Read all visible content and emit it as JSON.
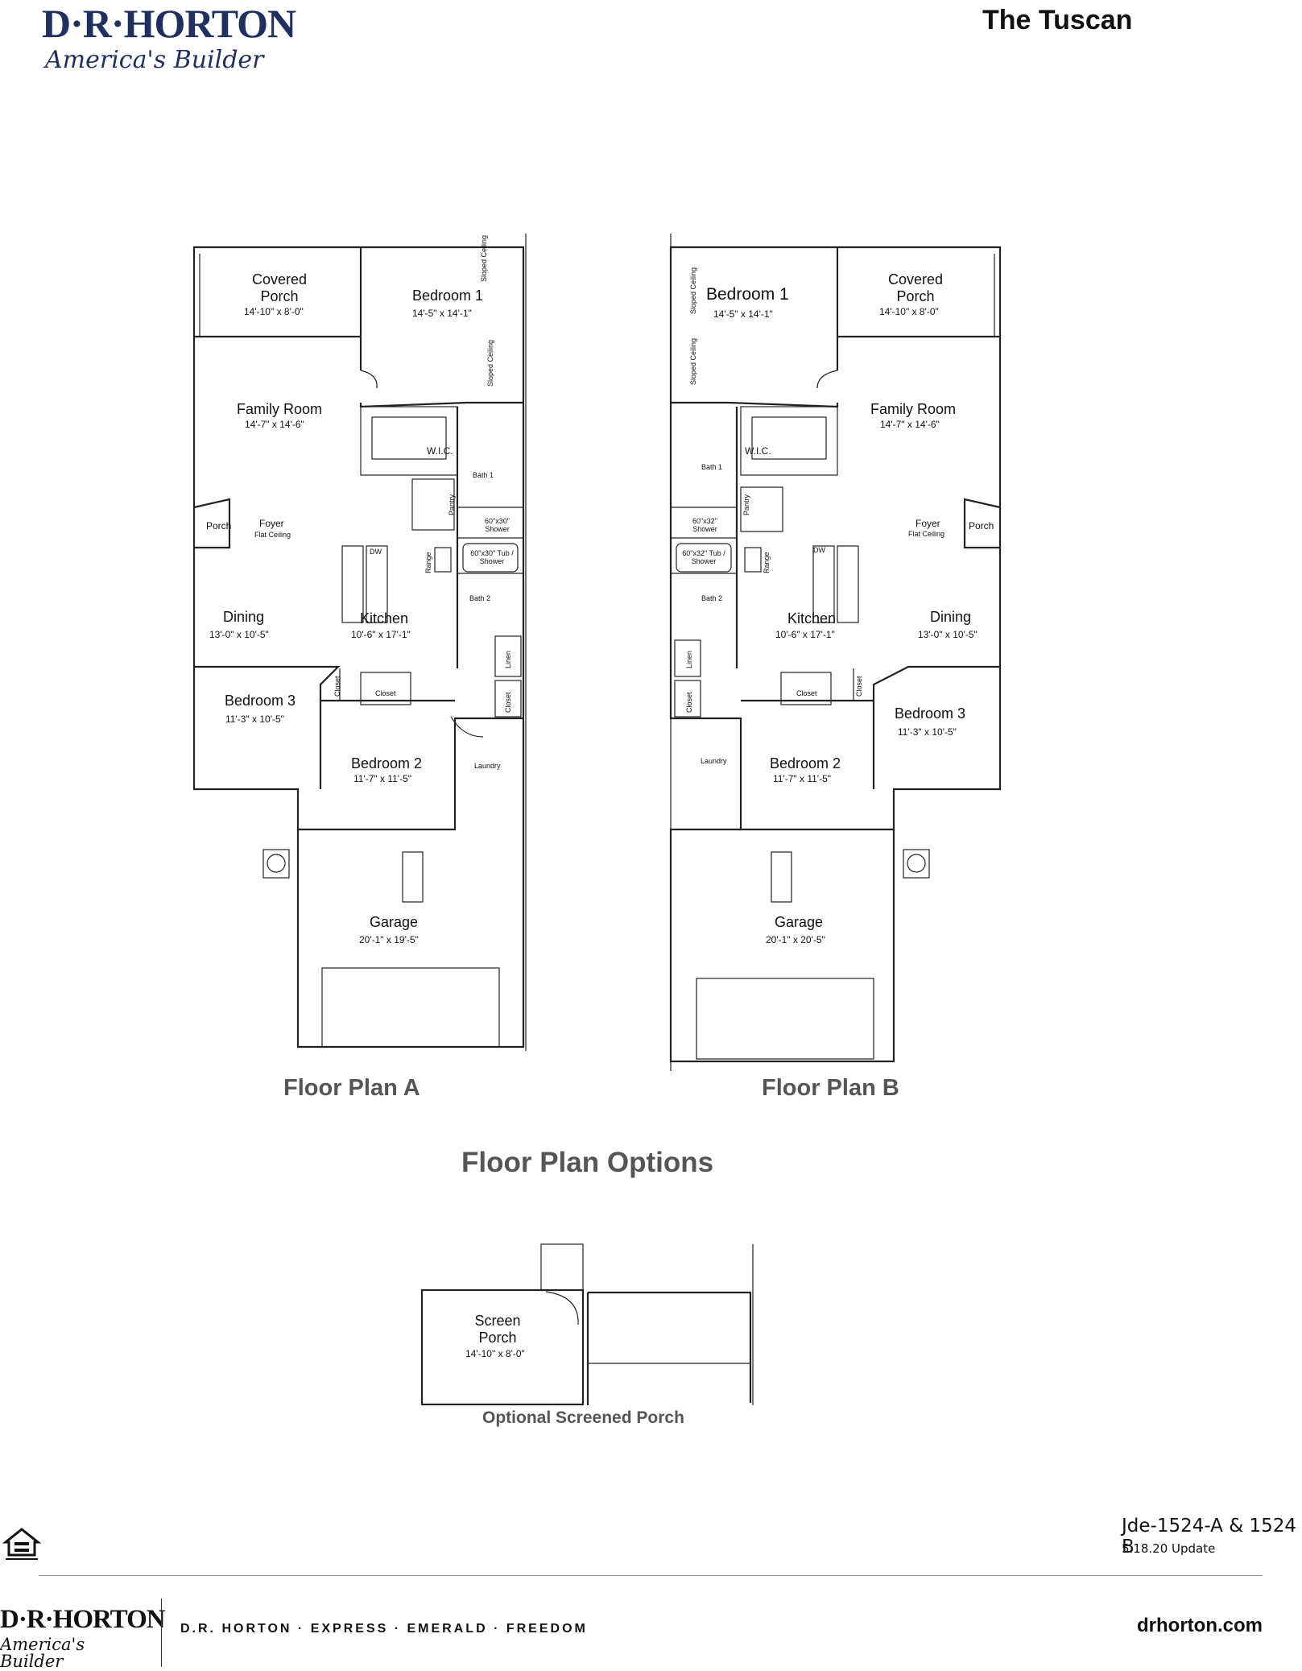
{
  "brand": {
    "name": "D·R·HORTON",
    "tagline": "America's Builder"
  },
  "plan_name": "The Tuscan",
  "plan_a": {
    "label": "Floor Plan A",
    "rooms": {
      "covered_porch": {
        "name1": "Covered",
        "name2": "Porch",
        "dims": "14'-10\" x 8'-0\""
      },
      "bedroom1": {
        "name": "Bedroom 1",
        "dims": "14'-5\" x 14'-1\""
      },
      "sloped1": "Sloped Ceiling",
      "sloped2": "Sloped Ceiling",
      "family_room": {
        "name": "Family Room",
        "dims": "14'-7\" x 14'-6\""
      },
      "wic": "W.I.C.",
      "bath1": "Bath 1",
      "shower": "60\"x30\" Shower",
      "tub": "60\"x30\" Tub / Shower",
      "pantry": "Pantry",
      "porch": "Porch",
      "foyer": "Foyer",
      "flat": "Flat Ceiling",
      "dw": "DW",
      "range": "Range",
      "bath2": "Bath 2",
      "dining": {
        "name": "Dining",
        "dims": "13'-0\" x 10'-5\""
      },
      "kitchen": {
        "name": "Kitchen",
        "dims": "10'-6\" x 17'-1\""
      },
      "linen": "Linen",
      "closet": "Closet",
      "bedroom3": {
        "name": "Bedroom 3",
        "dims": "11'-3\" x 10'-5\""
      },
      "bedroom2": {
        "name": "Bedroom 2",
        "dims": "11'-7\" x 11'-5\""
      },
      "laundry": "Laundry",
      "garage": {
        "name": "Garage",
        "dims": "20'-1\" x 19'-5\""
      }
    }
  },
  "plan_b": {
    "label": "Floor Plan B",
    "rooms": {
      "covered_porch": {
        "name1": "Covered",
        "name2": "Porch",
        "dims": "14'-10\" x 8'-0\""
      },
      "bedroom1": {
        "name": "Bedroom 1",
        "dims": "14'-5\" x 14'-1\""
      },
      "sloped1": "Sloped Ceiling",
      "sloped2": "Sloped Ceiling",
      "family_room": {
        "name": "Family Room",
        "dims": "14'-7\" x 14'-6\""
      },
      "wic": "W.I.C.",
      "bath1": "Bath 1",
      "shower": "60\"x32\" Shower",
      "tub": "60\"x32\" Tub / Shower",
      "pantry": "Pantry",
      "porch": "Porch",
      "foyer": "Foyer",
      "flat": "Flat Ceiling",
      "dw": "DW",
      "range": "Range",
      "bath2": "Bath 2",
      "dining": {
        "name": "Dining",
        "dims": "13'-0\" x 10'-5\""
      },
      "kitchen": {
        "name": "Kitchen",
        "dims": "10'-6\" x 17'-1\""
      },
      "linen": "Linen",
      "closet": "Closet",
      "bedroom3": {
        "name": "Bedroom 3",
        "dims": "11'-3\" x 10'-5\""
      },
      "bedroom2": {
        "name": "Bedroom 2",
        "dims": "11'-7\" x 11'-5\""
      },
      "laundry": "Laundry",
      "garage": {
        "name": "Garage",
        "dims": "20'-1\" x 20'-5\""
      }
    }
  },
  "options": {
    "title": "Floor Plan Options",
    "screen_porch": {
      "name1": "Screen",
      "name2": "Porch",
      "dims": "14'-10\" x 8'-0\""
    },
    "caption": "Optional Screened Porch"
  },
  "document_ref": "Jde-1524-A & 1524 B",
  "update": "5.18.20 Update",
  "footer": {
    "brands": "D.R. HORTON · EXPRESS · EMERALD · FREEDOM",
    "website": "drhorton.com"
  }
}
